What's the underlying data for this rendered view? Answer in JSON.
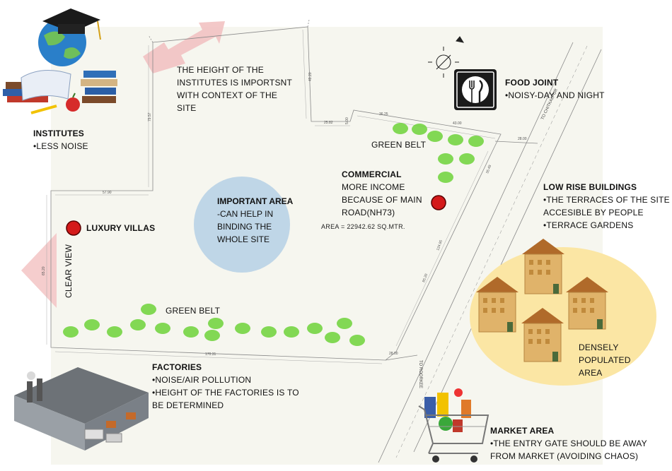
{
  "height_note": [
    "THE HEIGHT OF THE",
    "INSTITUTES IS IMPORTSNT",
    "WITH CONTEXT OF THE",
    "SITE"
  ],
  "institutes": {
    "title": "INSTITUTES",
    "points": [
      "•LESS NOISE"
    ]
  },
  "food_joint": {
    "title": "FOOD JOINT",
    "points": [
      "•NOISY-DAY AND NIGHT"
    ]
  },
  "commercial": {
    "title": "COMMERCIAL",
    "lines": [
      "MORE INCOME",
      "BECAUSE OF MAIN",
      "ROAD(NH73)"
    ]
  },
  "area": "AREA = 22942.62 SQ.MTR.",
  "important_area": {
    "bold": "IMPORTANT AREA",
    "rest": " -CAN HELP IN BINDING THE WHOLE SITE"
  },
  "luxury_villas": "LUXURY VILLAS",
  "clear_view": "CLEAR VIEW",
  "green_belt_top": "GREEN BELT",
  "green_belt_bottom": "GREEN BELT",
  "low_rise": {
    "title": "LOW RISE BUILDINGS",
    "points": [
      "•THE TERRACES OF THE SITE",
      "ACCESIBLE BY PEOPLE",
      "•TERRACE GARDENS"
    ]
  },
  "densely": [
    "DENSELY",
    "POPULATED",
    "AREA"
  ],
  "factories": {
    "title": "FACTORIES",
    "points": [
      "•NOISE/AIR  POLLUTION",
      "•HEIGHT OF THE FACTORIES IS TO",
      "BE DETERMINED"
    ]
  },
  "market": {
    "title": "MARKET AREA",
    "points": [
      "•THE ENTRY GATE SHOULD BE AWAY",
      "FROM MARKET (AVOIDING CHAOS)"
    ]
  },
  "roads": {
    "to_chitkalpur": "TO CHITKALPUR",
    "to_roorkee": "TO ROORKEE"
  },
  "dimensions": {
    "d_79_57": "79.57",
    "d_49_20": "49.20",
    "d_25_82": "25.82",
    "d_5_00": "5.00",
    "d_36_25": "36.25",
    "d_43_00": "43.00",
    "d_28_00_top": "28.00",
    "d_35_49": "35.49",
    "d_124_95": "124.95",
    "d_85_20": "85.20",
    "d_57_90": "57.90",
    "d_65_20": "65.20",
    "d_170_31": "170.31",
    "d_28_00_bottom": "28.00"
  },
  "colors": {
    "marker": "#d41a1a",
    "green": "#6ed33a",
    "circle": "#b9d3e6",
    "yellow": "#fbe6a4",
    "arrow": "#f2c2c2"
  },
  "icons": [
    "graduation-cap-books-globe-icon",
    "fork-knife-icon",
    "compass-icon",
    "factory-icon",
    "shopping-cart-icon",
    "house-icon"
  ]
}
